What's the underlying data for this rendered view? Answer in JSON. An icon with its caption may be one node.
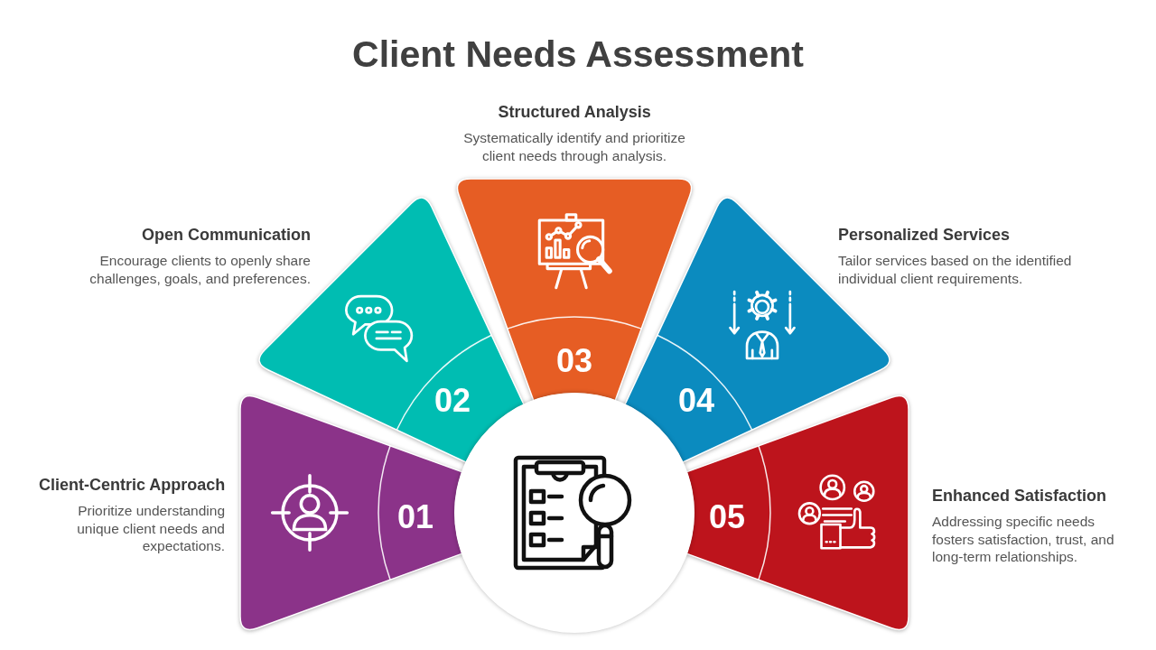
{
  "diagram": {
    "title": "Client Needs Assessment",
    "nodes": [
      {
        "text": [
          "01"
        ],
        "beside": [
          "Client-Centric Approach",
          "Prioritize understanding unique client needs and expectations."
        ]
      },
      {
        "text": [
          "02"
        ],
        "beside": [
          "Open Communication",
          "Encourage clients to openly share challenges, goals, and preferences."
        ]
      },
      {
        "text": [
          "03"
        ],
        "beside": [
          "Structured Analysis",
          "Systematically identify and prioritize client needs through analysis."
        ]
      },
      {
        "text": [
          "04"
        ],
        "beside": [
          "Personalized Services",
          "Tailor services based on the identified individual client requirements."
        ]
      },
      {
        "text": [
          "05"
        ],
        "beside": [
          "Enhanced Satisfaction",
          "Addressing specific needs fosters satisfaction, trust, and long-term relationships."
        ]
      },
      {
        "text": [],
        "shape": "circle"
      }
    ]
  }
}
